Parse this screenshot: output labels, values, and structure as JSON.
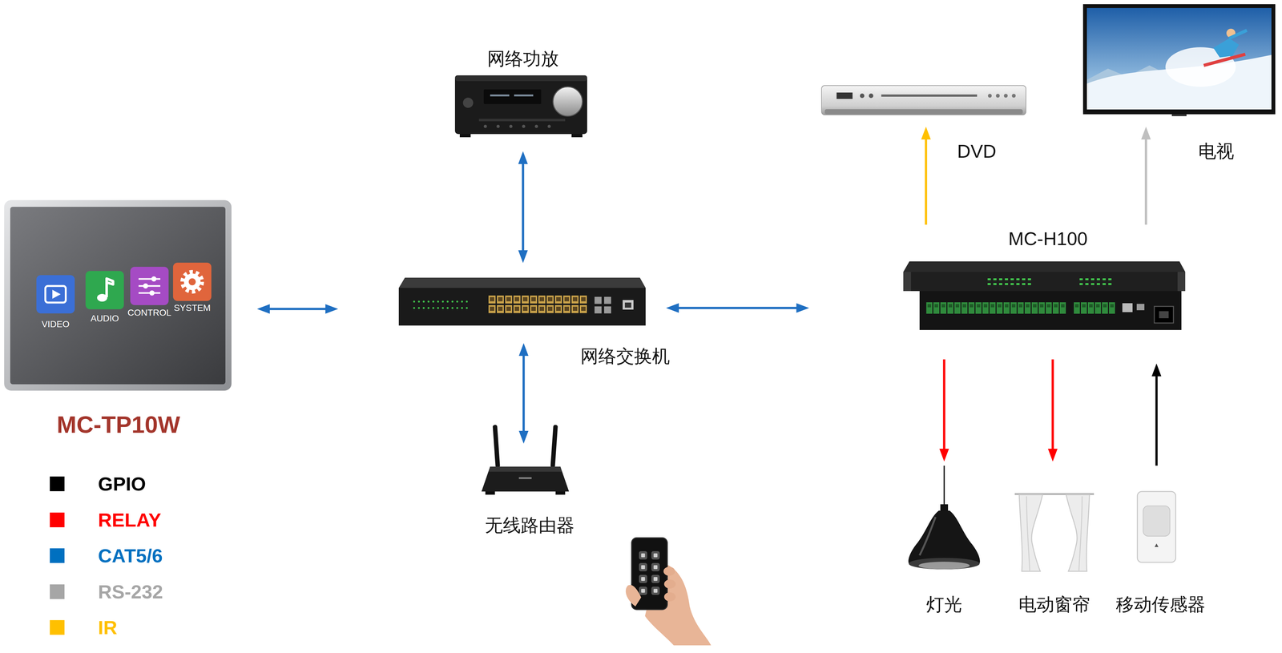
{
  "diagram": {
    "nodes": [
      {
        "text": [
          "MC-TP10W"
        ]
      },
      {
        "text": [
          "网络功放"
        ]
      },
      {
        "text": [
          "网络交换机"
        ]
      },
      {
        "text": [
          "无线路由器"
        ]
      },
      {
        "text": [
          "MC-H100"
        ]
      },
      {
        "text": [
          "DVD"
        ]
      },
      {
        "text": [
          "电视"
        ]
      },
      {
        "text": [
          "灯光"
        ]
      },
      {
        "text": [
          "电动窗帘"
        ]
      },
      {
        "text": [
          "移动传感器"
        ]
      }
    ],
    "edges": [
      {
        "from": 0,
        "to": 2,
        "arrow": "both"
      },
      {
        "from": 1,
        "to": 2,
        "arrow": "both"
      },
      {
        "from": 2,
        "to": 3,
        "arrow": "both"
      },
      {
        "from": 2,
        "to": 4,
        "arrow": "both"
      },
      {
        "from": 4,
        "to": 5,
        "arrow": "to"
      },
      {
        "from": 4,
        "to": 6,
        "arrow": "to"
      },
      {
        "from": 4,
        "to": 7,
        "arrow": "to"
      },
      {
        "from": 4,
        "to": 8,
        "arrow": "to"
      },
      {
        "from": 9,
        "to": 4,
        "arrow": "to"
      }
    ],
    "labels": [
      "VIDEO",
      "AUDIO",
      "CONTROL",
      "SYSTEM"
    ],
    "legend": [
      {
        "text": "GPIO",
        "color": "#000000"
      },
      {
        "text": "RELAY",
        "color": "#ff0000"
      },
      {
        "text": "CAT5/6",
        "color": "#0070c0"
      },
      {
        "text": "RS-232",
        "color": "#a6a6a6"
      },
      {
        "text": "IR",
        "color": "#ffc000"
      }
    ]
  }
}
